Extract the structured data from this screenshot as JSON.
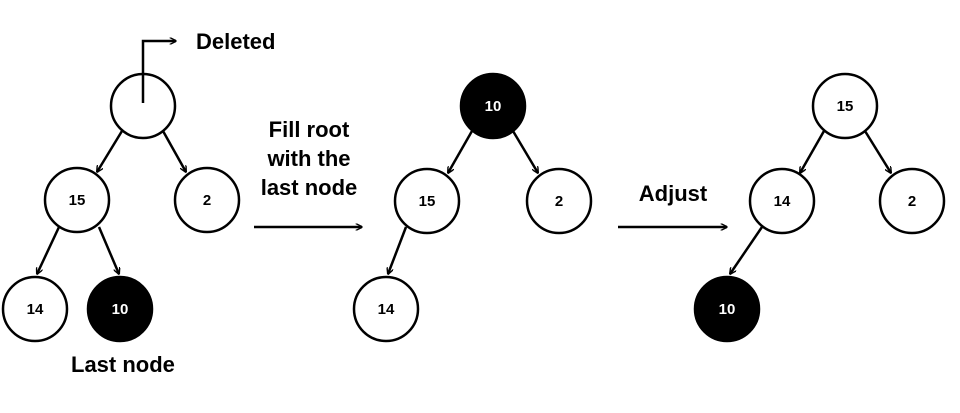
{
  "labels": {
    "deleted": "Deleted",
    "last_node": "Last node",
    "step1_line1": "Fill root",
    "step1_line2": "with the",
    "step1_line3": "last node",
    "step2": "Adjust"
  },
  "tree1": {
    "root": "",
    "left": "15",
    "right": "2",
    "left_left": "14",
    "left_right": "10"
  },
  "tree2": {
    "root": "10",
    "left": "15",
    "right": "2",
    "left_left": "14"
  },
  "tree3": {
    "root": "15",
    "left": "14",
    "right": "2",
    "left_left": "10"
  },
  "colors": {
    "highlight_fill": "#000000",
    "highlight_text": "#ffffff",
    "normal_fill": "#ffffff",
    "normal_text": "#000000"
  }
}
